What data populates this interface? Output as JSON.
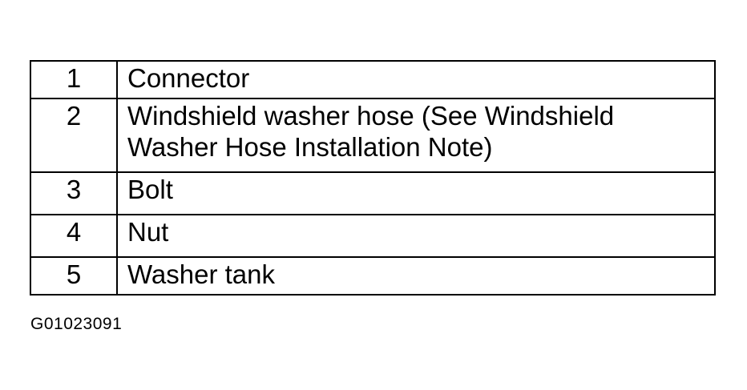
{
  "legend": {
    "rows": [
      {
        "number": "1",
        "description": "Connector"
      },
      {
        "number": "2",
        "description": "Windshield washer hose (See Windshield Washer Hose Installation Note)"
      },
      {
        "number": "3",
        "description": "Bolt"
      },
      {
        "number": "4",
        "description": "Nut"
      },
      {
        "number": "5",
        "description": "Washer tank"
      }
    ]
  },
  "figure_id": "G01023091"
}
